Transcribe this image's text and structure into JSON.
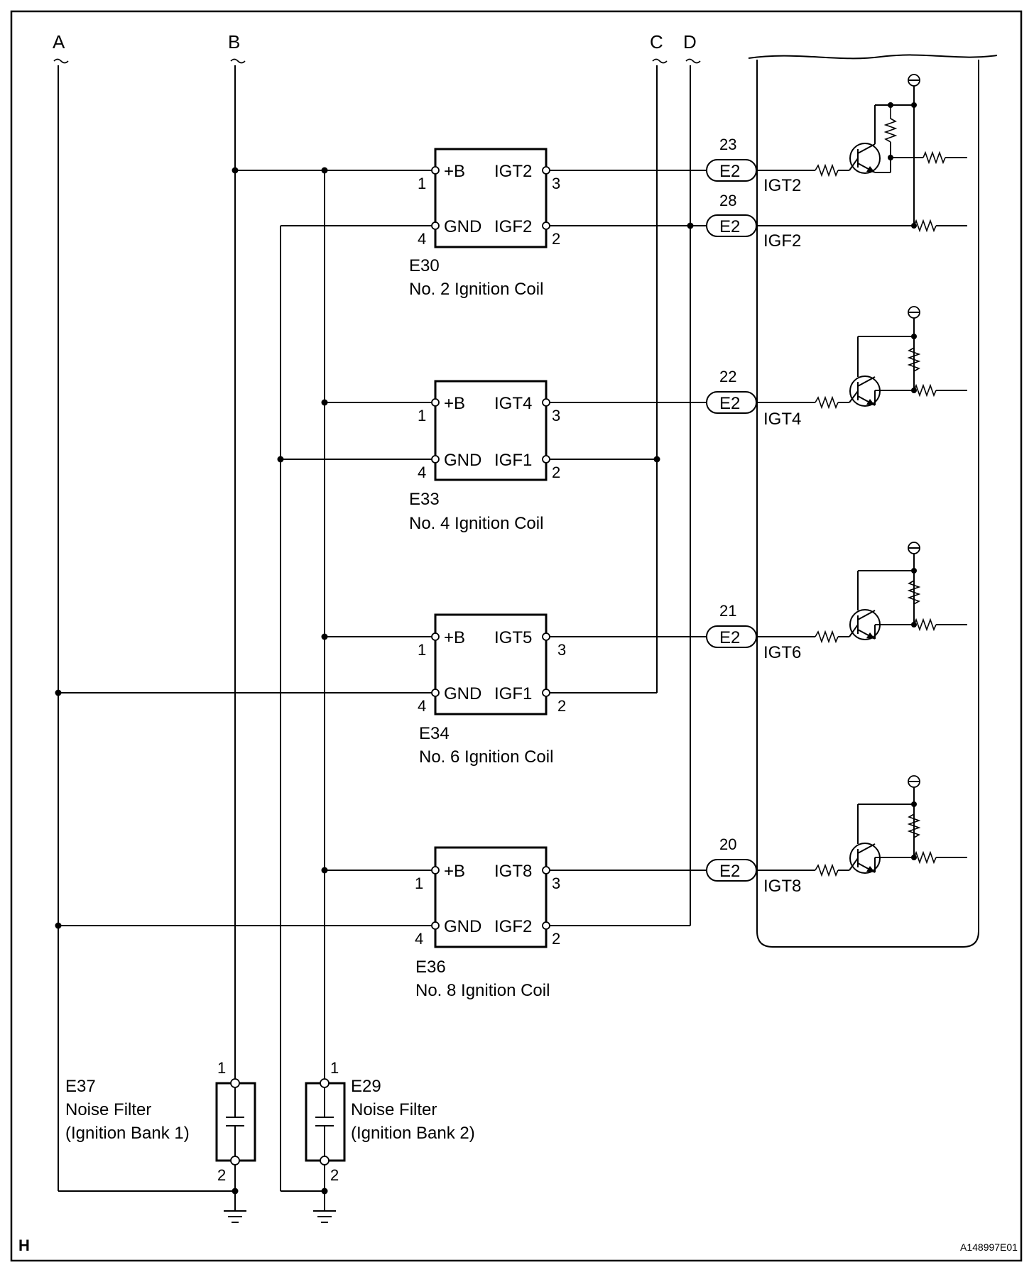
{
  "bus_labels": {
    "a": "A",
    "b": "B",
    "c": "C",
    "d": "D"
  },
  "coils": [
    {
      "id": "E30",
      "name": "No. 2 Ignition Coil",
      "pin_b": "+B",
      "pin_gnd": "GND",
      "pin_igt": "IGT2",
      "pin_igf": "IGF2",
      "n1": "1",
      "n2": "2",
      "n3": "3",
      "n4": "4"
    },
    {
      "id": "E33",
      "name": "No. 4 Ignition Coil",
      "pin_b": "+B",
      "pin_gnd": "GND",
      "pin_igt": "IGT4",
      "pin_igf": "IGF1",
      "n1": "1",
      "n2": "2",
      "n3": "3",
      "n4": "4"
    },
    {
      "id": "E34",
      "name": "No. 6 Ignition Coil",
      "pin_b": "+B",
      "pin_gnd": "GND",
      "pin_igt": "IGT5",
      "pin_igf": "IGF1",
      "n1": "1",
      "n2": "2",
      "n3": "3",
      "n4": "4"
    },
    {
      "id": "E36",
      "name": "No. 8 Ignition Coil",
      "pin_b": "+B",
      "pin_gnd": "GND",
      "pin_igt": "IGT8",
      "pin_igf": "IGF2",
      "n1": "1",
      "n2": "2",
      "n3": "3",
      "n4": "4"
    }
  ],
  "ecm_connectors": [
    {
      "pin": "23",
      "connector": "E2",
      "signal": "IGT2"
    },
    {
      "pin": "28",
      "connector": "E2",
      "signal": "IGF2"
    },
    {
      "pin": "22",
      "connector": "E2",
      "signal": "IGT4"
    },
    {
      "pin": "21",
      "connector": "E2",
      "signal": "IGT6"
    },
    {
      "pin": "20",
      "connector": "E2",
      "signal": "IGT8"
    }
  ],
  "noise_filters": [
    {
      "id": "E37",
      "name": "Noise Filter",
      "sub": "(Ignition Bank 1)",
      "p1": "1",
      "p2": "2"
    },
    {
      "id": "E29",
      "name": "Noise Filter",
      "sub": "(Ignition Bank 2)",
      "p1": "1",
      "p2": "2"
    }
  ],
  "corner_label": "H",
  "figure_code": "A148997E01"
}
